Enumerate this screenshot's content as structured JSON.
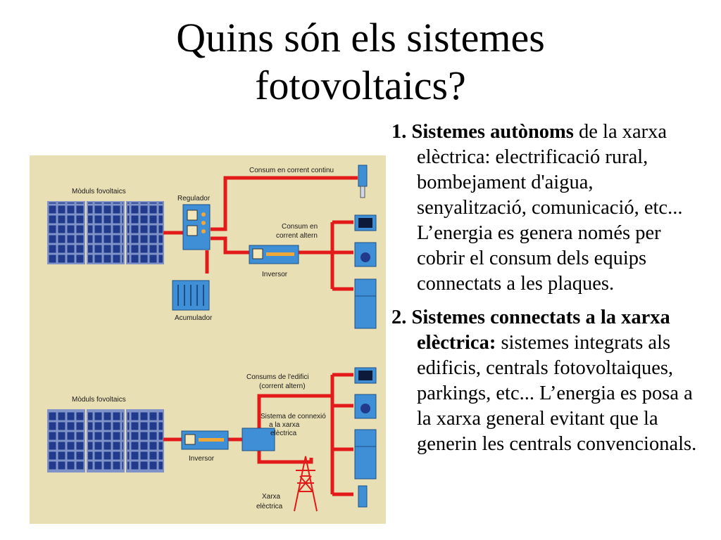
{
  "slide": {
    "title_line1": "Quins són els sistemes",
    "title_line2": "fotovoltaics?"
  },
  "diagram": {
    "top_modules": "Mòduls fovoltaics",
    "regulator": "Regulador",
    "dc_consumption": "Consum en corrent continu",
    "ac_consumption_1": "Consum en",
    "ac_consumption_2": "corrent altern",
    "inverter_top": "Inversor",
    "accumulator": "Acumulador",
    "building_consumption_1": "Consums de l'edifici",
    "building_consumption_2": "(corrent altern)",
    "bottom_modules": "Mòduls fovoltaics",
    "connection_1": "Sistema de connexió",
    "connection_2": "a la xarxa",
    "connection_3": "elèctrica",
    "inverter_bottom": "Inversor",
    "grid_1": "Xarxa",
    "grid_2": "elèctrica"
  },
  "items": [
    {
      "number": "1.",
      "bold": "Sistemes autònoms",
      "text": " de la xarxa elèctrica: electrificació rural, bombejament d'aigua, senyalització, comunicació, etc... L’energia es genera només per cobrir el consum dels equips connectats a les plaques."
    },
    {
      "number": "2.",
      "bold": "Sistemes connectats a la xarxa elèctrica:",
      "text": " sistemes integrats als edificis, centrals fotovoltaiques, parkings, etc... L’energia es posa a la xarxa general evitant que la generin les centrals convencionals."
    }
  ],
  "colors": {
    "diagram_bg": "#e9dfb4",
    "wire": "#e21a1a",
    "device": "#3f8fd6",
    "panel": "#213a8c"
  }
}
